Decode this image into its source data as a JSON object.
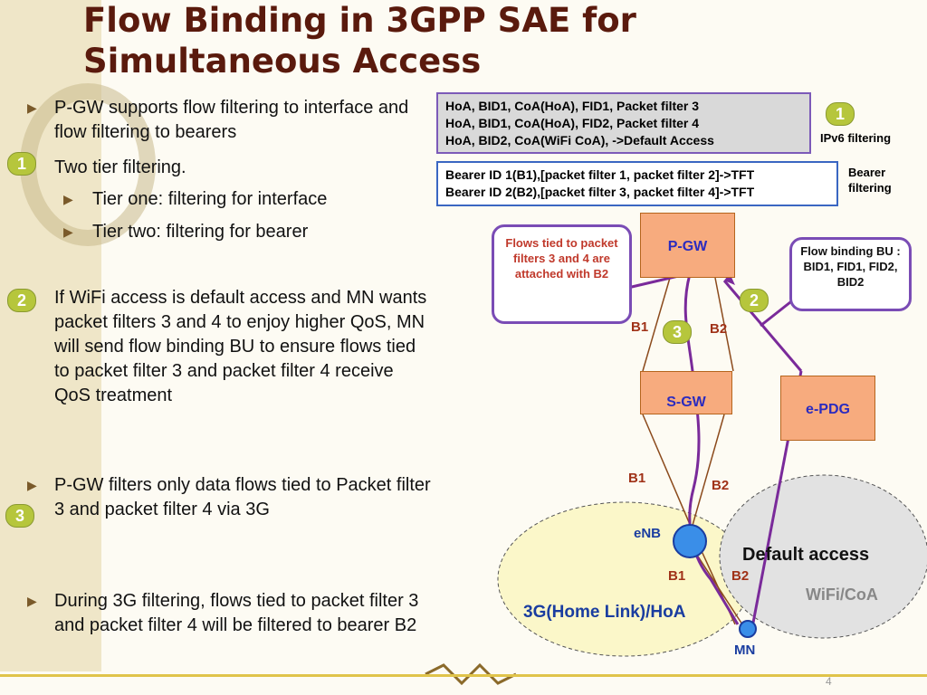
{
  "title": "Flow Binding in 3GPP SAE for Simultaneous Access",
  "bullets": [
    {
      "text": "P-GW supports flow filtering to interface and flow filtering to bearers"
    },
    {
      "text": "Two tier filtering."
    },
    {
      "text": "Tier one: filtering for interface"
    },
    {
      "text": "Tier two: filtering for bearer"
    },
    {
      "text": "If WiFi access is default access and MN wants packet filters 3 and 4 to enjoy higher QoS, MN will send flow binding BU to ensure flows tied to packet filter 3 and packet filter 4 receive QoS treatment"
    },
    {
      "text": "P-GW filters only data flows tied to Packet filter 3 and packet filter 4 via 3G"
    },
    {
      "text": "During 3G filtering, flows tied to packet filter 3 and packet filter 4 will be filtered to bearer B2"
    }
  ],
  "markers": {
    "one": "1",
    "two": "2",
    "three": "3"
  },
  "diagram": {
    "filter_box": [
      "HoA, BID1, CoA(HoA), FID1, Packet filter 3",
      "HoA, BID1, CoA(HoA), FID2, Packet filter 4",
      "HoA, BID2, CoA(WiFi CoA), ->Default Access"
    ],
    "bearer_box": [
      "Bearer ID 1(B1),[packet filter 1, packet filter 2]->TFT",
      "Bearer ID 2(B2),[packet filter 3, packet filter 4]->TFT"
    ],
    "ipv6_filtering": "IPv6 filtering",
    "bearer_filtering": [
      "Bearer",
      "filtering"
    ],
    "pgw": "P-GW",
    "sgw": "S-GW",
    "epdg": "e-PDG",
    "enb": "eNB",
    "mn": "MN",
    "b1": "B1",
    "b2": "B2",
    "callout_flows": "Flows tied to packet filters 3 and 4 are attached with B2",
    "callout_bu": "Flow binding BU : BID1, FID1, FID2, BID2",
    "default_access": "Default access",
    "wifi_coa": "WiFi/CoA",
    "home_link": "3G(Home Link)/HoA"
  },
  "page_number": "4",
  "colors": {
    "title": "#5a1a0d",
    "node_fill": "#f7ab7e",
    "callout_border": "#7a4cb5",
    "marker": "#b6c63c",
    "bearer_box_border": "#3a66c2"
  }
}
